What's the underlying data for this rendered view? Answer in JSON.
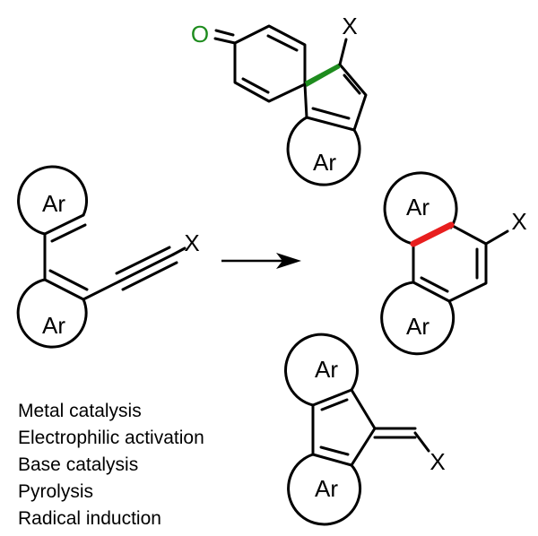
{
  "labels": {
    "ar": "Ar",
    "x": "X",
    "o": "O"
  },
  "conditions": [
    "Metal catalysis",
    "Electrophilic activation",
    "Base catalysis",
    "Pyrolysis",
    "Radical induction"
  ],
  "colors": {
    "spiro": "#1e8c1e",
    "benzo": "#e81e1e",
    "fulvene": "#1a1ad8",
    "bonds": "#000000"
  }
}
